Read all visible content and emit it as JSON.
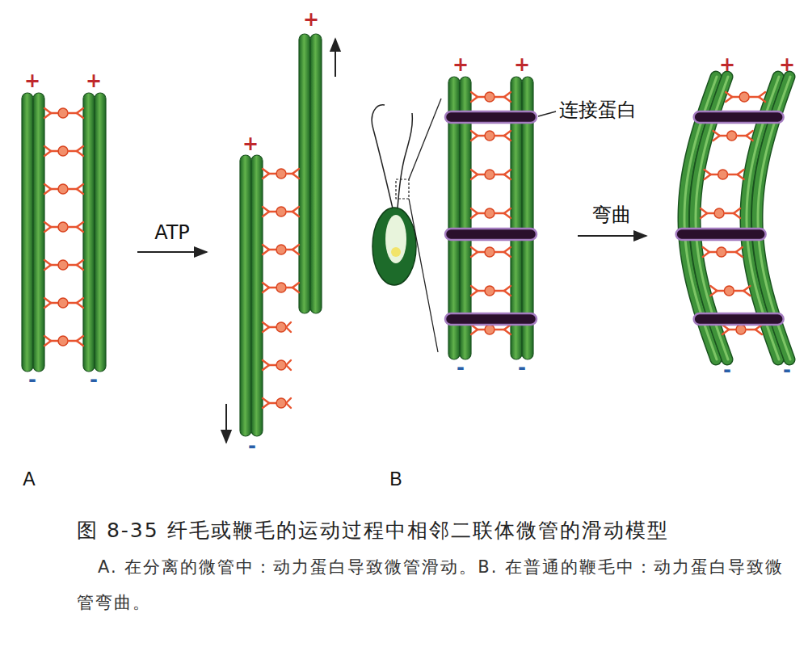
{
  "diagram": {
    "caption": "图 8-35 纤毛或鞭毛的运动过程中相邻二联体微管的滑动模型",
    "labels": [
      "+",
      "+",
      "-",
      "-",
      "ATP",
      "+",
      "+",
      "-",
      "+",
      "+",
      "-",
      "-",
      "连接蛋白",
      "弯曲",
      "+",
      "+",
      "-",
      "-",
      "A",
      "B",
      "A. 在分离的微管中：动力蛋白导致微管滑动。B. 在普通的鞭毛中：动力蛋白导致微管弯曲。"
    ]
  }
}
